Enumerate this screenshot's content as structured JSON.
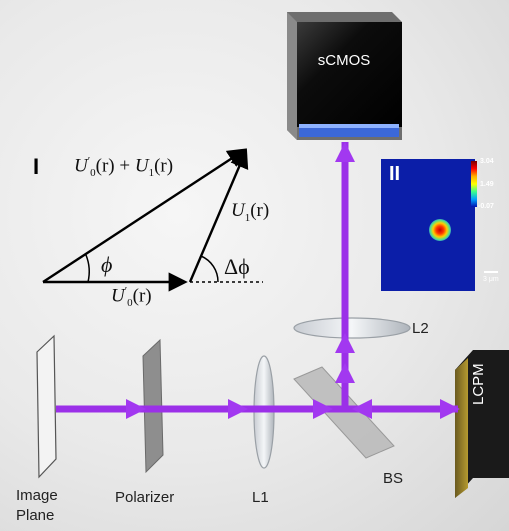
{
  "labels": {
    "camera": "sCMOS",
    "lcpm": "LCPM",
    "image_plane_line1": "Image",
    "image_plane_line2": "Plane",
    "polarizer": "Polarizer",
    "lens1": "L1",
    "lens2": "L2",
    "beam_splitter": "BS"
  },
  "panel_i": {
    "roman": "I",
    "sum_prime": "U",
    "sum_sub0": "0",
    "sum_arg": "(r) + ",
    "sum_u1": "U",
    "sum_sub1": "1",
    "sum_arg2": "(r)",
    "u1_label": "U",
    "u1_sub": "1",
    "u1_arg": "(r)",
    "base_label": "U",
    "base_sub": "0",
    "base_arg": "(r)",
    "phi": "ϕ",
    "delta_phi": "Δϕ"
  },
  "panel_ii": {
    "roman": "II",
    "colorbar_ticks": [
      "3.04",
      "1.49",
      "-0.07"
    ],
    "scale_label": "3 μm"
  },
  "colors": {
    "beam": "#9b30e8",
    "inset_background": "#0b1ea8",
    "camera_body": "#151515"
  }
}
